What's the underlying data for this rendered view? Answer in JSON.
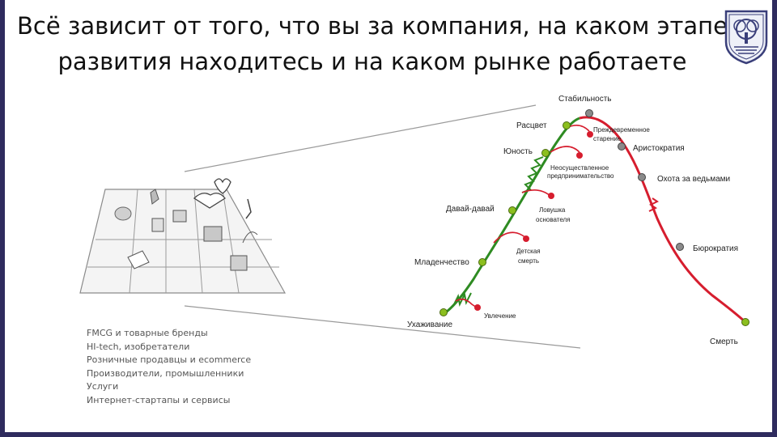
{
  "title": {
    "line1": "Всё зависит от того, что вы за компания, на каком этапе",
    "line2": "развития находитесь и на каком рынке работаете"
  },
  "industries": [
    "FMCG и товарные бренды",
    "HI-tech, изобретатели",
    "Розничные продавцы и ecommerce",
    "Производители, промышленники",
    "Услуги",
    "Интернет-стартапы и сервисы"
  ],
  "lifecycle": {
    "stages": {
      "courtship": "Ухаживание",
      "infancy": "Младенчество",
      "go_go": "Давай-давай",
      "adolescence": "Юность",
      "prime": "Расцвет",
      "stability": "Стабильность",
      "aristocracy": "Аристократия",
      "witch_hunt": "Охота за ведьмами",
      "bureaucracy": "Бюрократия",
      "death": "Смерть"
    },
    "traps": {
      "affair": "Увлечение",
      "infant_mortality_1": "Детская",
      "infant_mortality_2": "смерть",
      "founder_trap_1": "Ловушка",
      "founder_trap_2": "основателя",
      "unrealized_1": "Неосуществленное",
      "unrealized_2": "предпринимательство",
      "premature_aging_1": "Преждевременное",
      "premature_aging_2": "старение"
    },
    "colors": {
      "growth": "#2e8b22",
      "decline": "#d61d2e",
      "node_green": "#8cbf1f",
      "node_gray": "#8a8a8a"
    }
  },
  "icons": {
    "logo": "tree-shield-logo",
    "canvas": "business-model-canvas-sketch"
  }
}
